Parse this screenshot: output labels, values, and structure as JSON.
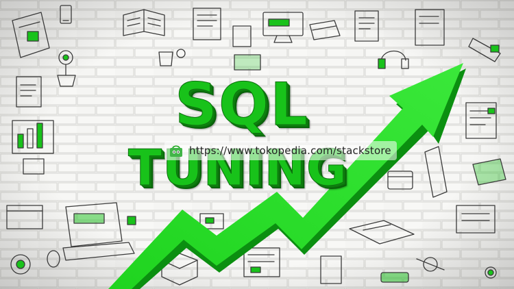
{
  "image": {
    "title_line_1": "SQL",
    "title_line_2": "TUNING",
    "watermark_url": "https://www.tokopedia.com/stackstore",
    "colors": {
      "brand_green": "#18c21a",
      "wall": "#f2f2f0",
      "doodle_ink": "#3a3a3a"
    }
  }
}
